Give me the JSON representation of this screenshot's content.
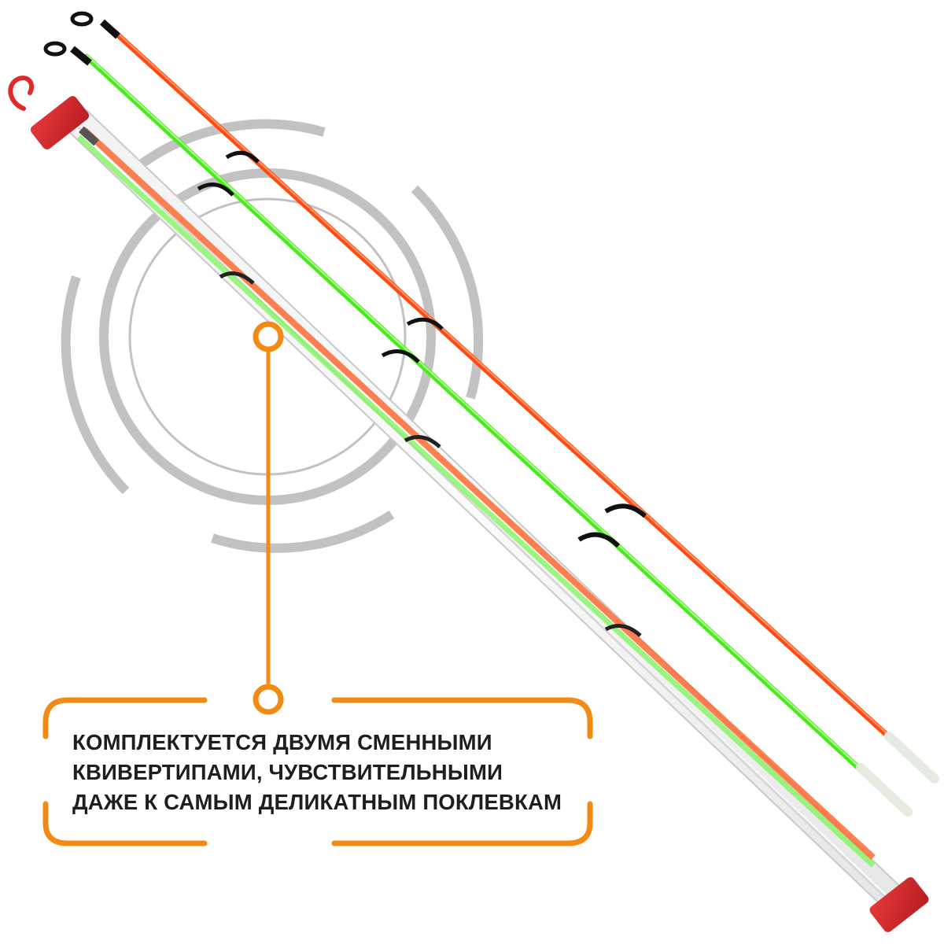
{
  "caption": {
    "lines": [
      "КОМПЛЕКТУЕТСЯ ДВУМЯ СМЕННЫМИ",
      "КВИВЕРТИПАМИ, ЧУВСТВИТЕЛЬНЫМИ",
      "ДАЖЕ К САМЫМ ДЕЛИКАТНЫМ ПОКЛЕВКАМ"
    ]
  },
  "colors": {
    "accent_orange": "#f28a14",
    "ring_gray": "#c2c2c2",
    "tip_orange": "#ff4a12",
    "tip_green": "#46ec19",
    "cap_red": "#d8262a",
    "caption_text": "#1e1e1e"
  }
}
